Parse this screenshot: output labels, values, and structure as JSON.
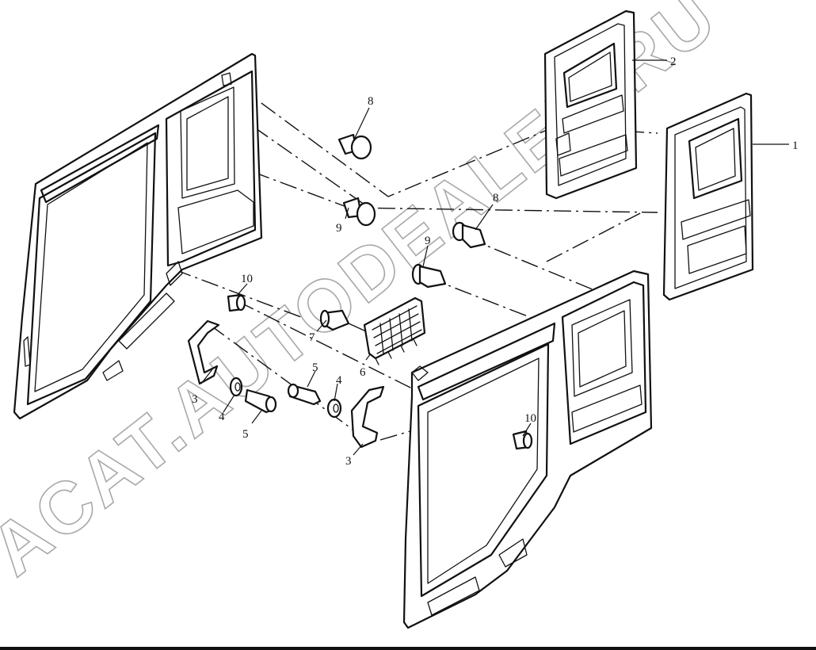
{
  "diagram": {
    "callouts": [
      {
        "id": "c1",
        "text": "1"
      },
      {
        "id": "c2",
        "text": "2"
      },
      {
        "id": "c3a",
        "text": "3"
      },
      {
        "id": "c3b",
        "text": "3"
      },
      {
        "id": "c4a",
        "text": "4"
      },
      {
        "id": "c4b",
        "text": "4"
      },
      {
        "id": "c5a",
        "text": "5"
      },
      {
        "id": "c5b",
        "text": "5"
      },
      {
        "id": "c6",
        "text": "6"
      },
      {
        "id": "c7",
        "text": "7"
      },
      {
        "id": "c8a",
        "text": "8"
      },
      {
        "id": "c8b",
        "text": "8"
      },
      {
        "id": "c9a",
        "text": "9"
      },
      {
        "id": "c9b",
        "text": "9"
      },
      {
        "id": "c10a",
        "text": "10"
      },
      {
        "id": "c10b",
        "text": "10"
      }
    ]
  },
  "watermark": {
    "line1": "ACAT.AUTODEALER.RU"
  }
}
